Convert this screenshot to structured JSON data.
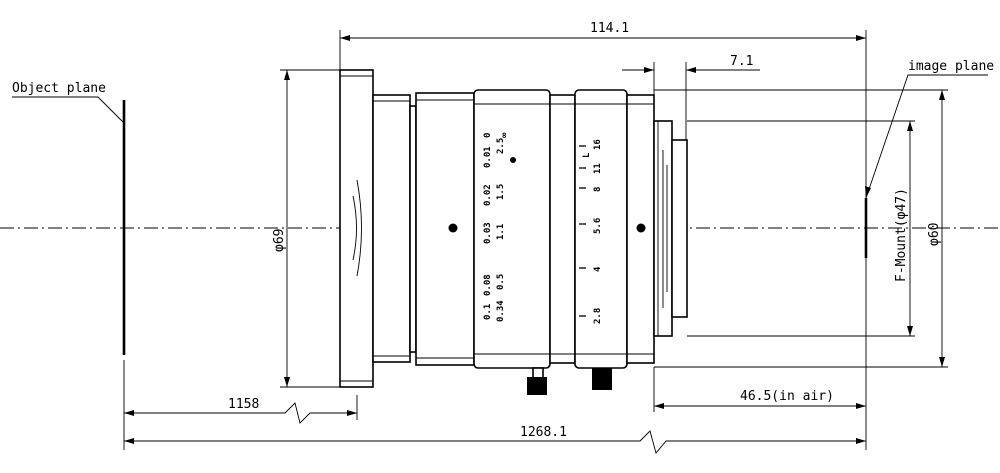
{
  "labels": {
    "object_plane": "Object plane",
    "image_plane": "image plane",
    "overall_length": "114.1",
    "back_offset": "7.1",
    "front_diameter": "φ69",
    "mount": "F-Mount(φ47)",
    "rear_diameter": "φ60",
    "object_distance": "1158",
    "flange_back": "46.5(in air)",
    "total_distance": "1268.1"
  },
  "focus_scale": {
    "row1": [
      "0.1",
      "0.08",
      "0.03",
      "0.02",
      "0.01",
      "0"
    ],
    "row2": [
      "0.34",
      "0.5",
      "1.1",
      "1.5",
      "2.5",
      "∞"
    ]
  },
  "aperture_scale": [
    "2.8",
    "4",
    "5.6",
    "8",
    "11",
    "16",
    "L"
  ]
}
